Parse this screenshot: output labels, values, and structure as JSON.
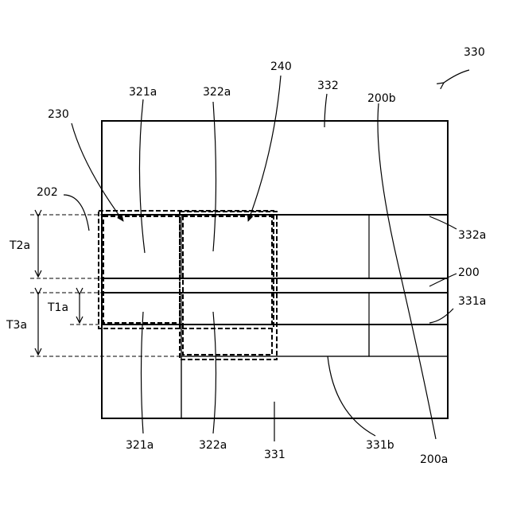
{
  "labels": {
    "l330": "330",
    "l240": "240",
    "l332": "332",
    "l200b": "200b",
    "l321a_top": "321a",
    "l322a_top": "322a",
    "l230": "230",
    "l202": "202",
    "l332a": "332a",
    "l200": "200",
    "l331a": "331a",
    "lT2a": "T2a",
    "lT1a": "T1a",
    "lT3a": "T3a",
    "l321a_bot": "321a",
    "l322a_bot": "322a",
    "l331": "331",
    "l331b": "331b",
    "l200a": "200a"
  }
}
